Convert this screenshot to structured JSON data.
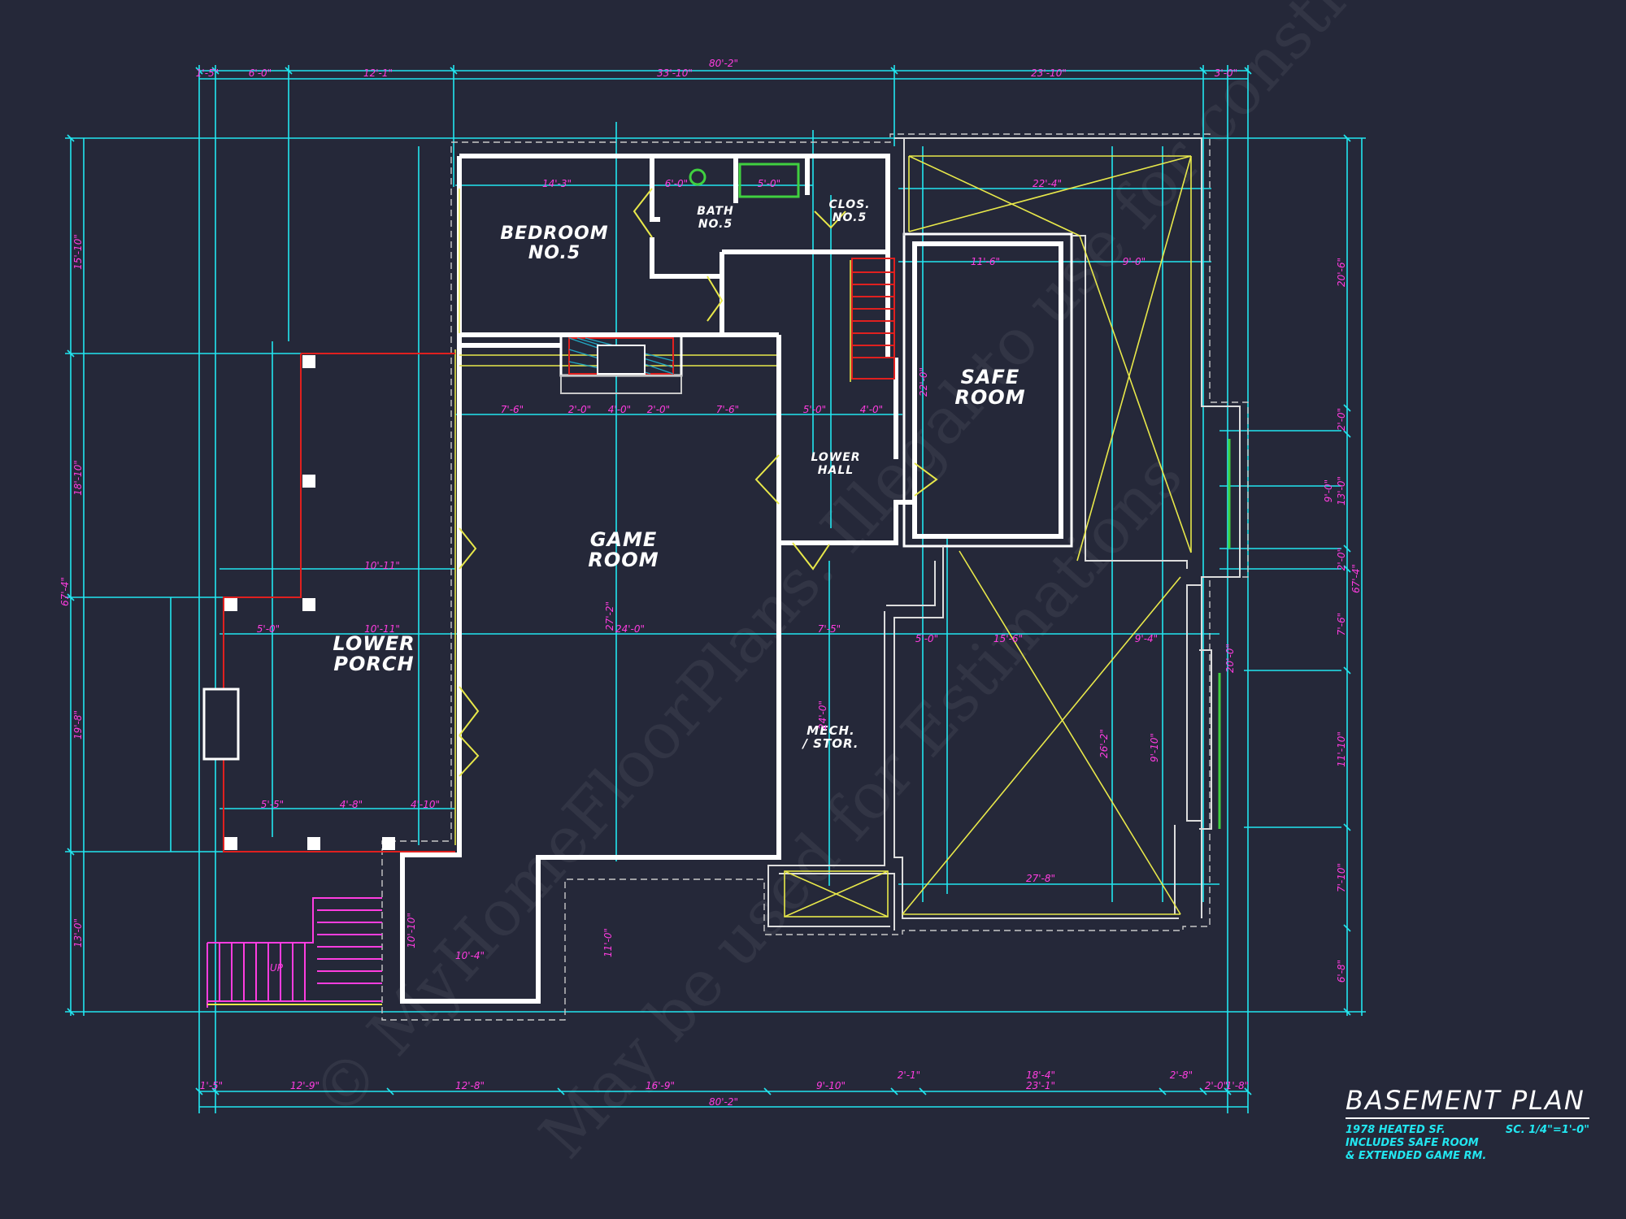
{
  "colors": {
    "background": "#252839",
    "wall": "#ffffff",
    "dimension_line": "#22e6f0",
    "dimension_text": "#ff3de0",
    "diagonal": "#e8e84a",
    "porch_outline": "#e0201f",
    "stair": "#ff3de0"
  },
  "rooms": {
    "bedroom": "BEDROOM",
    "bedroom_no": "NO.5",
    "bath": "BATH",
    "bath_no": "NO.5",
    "clos": "CLOS.",
    "clos_no": "NO.5",
    "safe_room_1": "SAFE",
    "safe_room_2": "ROOM",
    "lower_hall_1": "LOWER",
    "lower_hall_2": "HALL",
    "game_room_1": "GAME",
    "game_room_2": "ROOM",
    "lower_porch_1": "LOWER",
    "lower_porch_2": "PORCH",
    "mech_1": "MECH.",
    "mech_2": "/ STOR."
  },
  "dimensions": {
    "top_overall": "80'-2\"",
    "top_1": "1'-5\"",
    "top_2": "6'-0\"",
    "top_3": "12'-1\"",
    "top_4": "33'-10\"",
    "top_5": "23'-10\"",
    "top_6": "3'-0\"",
    "bottom_overall": "80'-2\"",
    "bottom_1": "1'-5\"",
    "bottom_2": "12'-9\"",
    "bottom_3": "12'-8\"",
    "bottom_4": "16'-9\"",
    "bottom_5": "9'-10\"",
    "bottom_6": "2'-1\"",
    "bottom_7": "18'-4\"",
    "bottom_8": "2'-8\"",
    "bottom_9": "2'-0\"",
    "bottom_10": "1'-8\"",
    "bottom_sub": "23'-1\"",
    "left_overall": "67'-4\"",
    "left_1": "15'-10\"",
    "left_2": "18'-10\"",
    "left_3": "19'-8\"",
    "left_4": "13'-0\"",
    "right_overall": "67'-4\"",
    "right_1": "20'-6\"",
    "right_2": "2'-0\"",
    "right_3": "9'-0\"",
    "right_4": "13'-0\"",
    "right_5": "2'-0\"",
    "right_6": "7'-6\"",
    "right_7": "11'-10\"",
    "right_8": "7'-10\"",
    "right_9": "6'-8\"",
    "bed_width": "14'-3\"",
    "bath_6": "6'-0\"",
    "bath_5": "5'-0\"",
    "game_width": "24'-0\"",
    "game_7_6a": "7'-6\"",
    "game_2a": "2'-0\"",
    "game_4": "4'-0\"",
    "game_2b": "2'-0\"",
    "game_7_6b": "7'-6\"",
    "game_height": "27'-2\"",
    "safe_w": "22'-4\"",
    "safe_11_6": "11'-6\"",
    "safe_9": "9'-0\"",
    "safe_h": "22'-0\"",
    "lh_5": "5'-0\"",
    "lh_4": "4'-0\"",
    "porch_10_11a": "10'-11\"",
    "porch_10_11b": "10'-11\"",
    "porch_5a": "5'-0\"",
    "porch_5b": "5'-5\"",
    "porch_4_8": "4'-8\"",
    "porch_4_10": "4'-10\"",
    "mech_24": "24'-0\"",
    "mech_7_5": "7'-5\"",
    "ext_15_6": "15'-6\"",
    "ext_26_2": "26'-2\"",
    "ext_27_8": "27'-8\"",
    "ext_5": "5'-0\"",
    "stair_up": "UP",
    "dim_10_4": "10'-4\"",
    "dim_10_10": "10'-10\"",
    "dim_11_0": "11'-0\"",
    "dim_9_4": "9'-4\"",
    "dim_9_10": "9'-10\"",
    "dim_20_0": "20'-0\""
  },
  "title": {
    "main": "BASEMENT PLAN",
    "note_1": "1978 HEATED SF.",
    "note_2": "INCLUDES SAFE ROOM",
    "note_3": "& EXTENDED GAME RM.",
    "scale": "SC. 1/4\"=1'-0\""
  },
  "watermark": {
    "line_1": "© MyHomeFloorPlans. Illegal to use for construction",
    "line_2": "May be used for Estimations"
  }
}
